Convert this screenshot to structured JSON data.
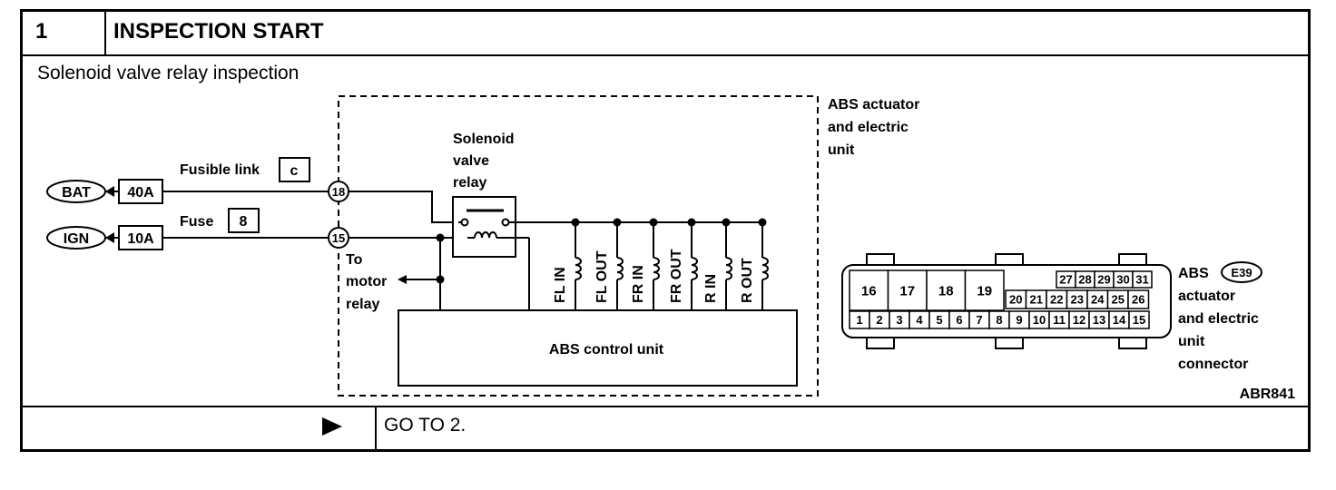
{
  "header": {
    "step_number": "1",
    "title": "INSPECTION START"
  },
  "subtitle": "Solenoid valve relay inspection",
  "footer": {
    "arrow_icon": "black-right-triangle-icon",
    "action": "GO TO 2."
  },
  "reference": "ABR841",
  "diagram": {
    "bat_label": "BAT",
    "ign_label": "IGN",
    "bat_fuse": "40A",
    "ign_fuse": "10A",
    "fusible_link_label": "Fusible link",
    "fusible_link_id": "c",
    "fuse_label": "Fuse",
    "fuse_id": "8",
    "terminal_18": "18",
    "terminal_15": "15",
    "relay_label": [
      "Solenoid",
      "valve",
      "relay"
    ],
    "motor_relay_label": [
      "To",
      "motor",
      "relay"
    ],
    "actuator_label": [
      "ABS actuator",
      "and electric",
      "unit"
    ],
    "control_unit": "ABS control unit",
    "solenoids": [
      {
        "name": "FL",
        "port": "IN"
      },
      {
        "name": "FL",
        "port": "OUT"
      },
      {
        "name": "FR",
        "port": "IN"
      },
      {
        "name": "FR",
        "port": "OUT"
      },
      {
        "name": "R",
        "port": "IN"
      },
      {
        "name": "R",
        "port": "OUT"
      }
    ]
  },
  "connector": {
    "name": "ABS",
    "id": "E39",
    "label_lines": [
      "actuator",
      "and electric",
      "unit",
      "connector"
    ],
    "big_pins": [
      "16",
      "17",
      "18",
      "19"
    ],
    "top_row": [
      "27",
      "28",
      "29",
      "30",
      "31"
    ],
    "mid_row": [
      "20",
      "21",
      "22",
      "23",
      "24",
      "25",
      "26"
    ],
    "bottom_row": [
      "1",
      "2",
      "3",
      "4",
      "5",
      "6",
      "7",
      "8",
      "9",
      "10",
      "11",
      "12",
      "13",
      "14",
      "15"
    ]
  }
}
